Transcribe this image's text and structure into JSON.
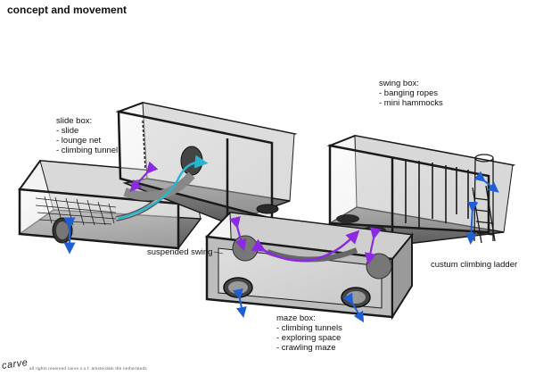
{
  "title": "concept and movement",
  "slide_box": {
    "heading": "slide box:",
    "items": [
      "- slide",
      "- lounge net",
      "- climbing tunnel"
    ]
  },
  "swing_box": {
    "heading": "swing box:",
    "items": [
      "- banging ropes",
      "- mini hammocks"
    ]
  },
  "maze_box": {
    "heading": "maze box:",
    "items": [
      "- climbing tunnels",
      "- exploring space",
      "- crawling maze"
    ]
  },
  "labels": {
    "suspended_swing": "suspended swing",
    "climbing_ladder": "custum climbing ladder"
  },
  "footer": {
    "logo": "carve",
    "rights": "all rights reserved carve v.o.f. amsterdam the netherlands"
  },
  "colors": {
    "arrow_blue": "#1f5fd6",
    "arrow_purple": "#8a2be2",
    "arrow_cyan": "#27b6cf",
    "frame": "#1a1a1a",
    "floor": "#6a6a6a",
    "panel": "#eeeeee"
  }
}
